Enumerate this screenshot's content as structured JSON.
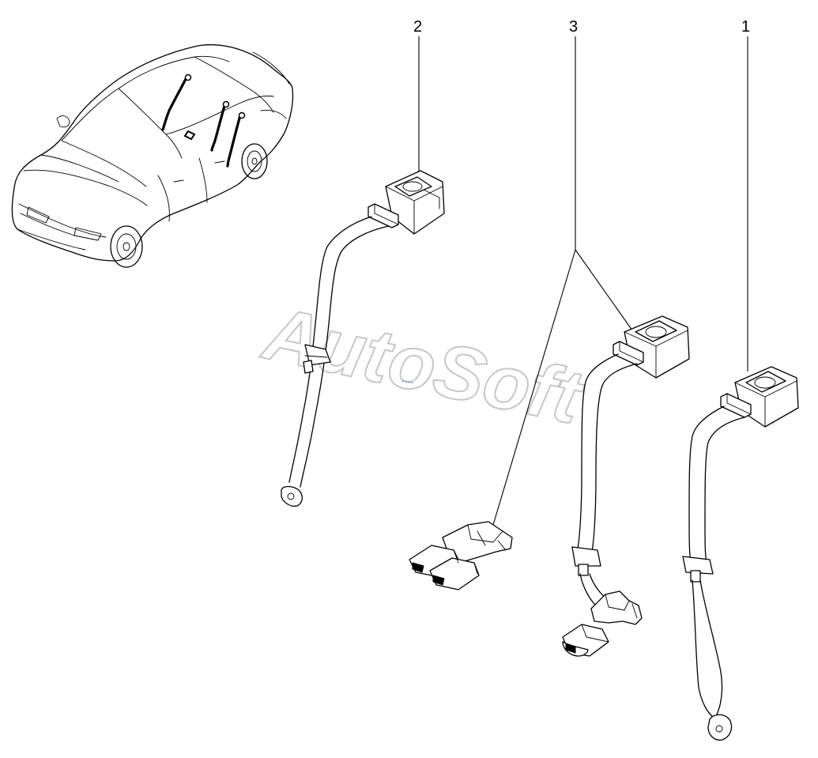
{
  "watermark": {
    "text": "AutoSoft",
    "color": "#c7c7c7"
  },
  "callouts": [
    {
      "id": "1",
      "label": "1"
    },
    {
      "id": "2",
      "label": "2"
    },
    {
      "id": "3",
      "label": "3"
    }
  ],
  "icons": [
    "car-overview-icon",
    "seat-belt-retractor-icon",
    "seat-belt-buckle-icon"
  ],
  "colors": {
    "line": "#000000",
    "background": "#ffffff",
    "watermark": "#c7c7c7"
  }
}
